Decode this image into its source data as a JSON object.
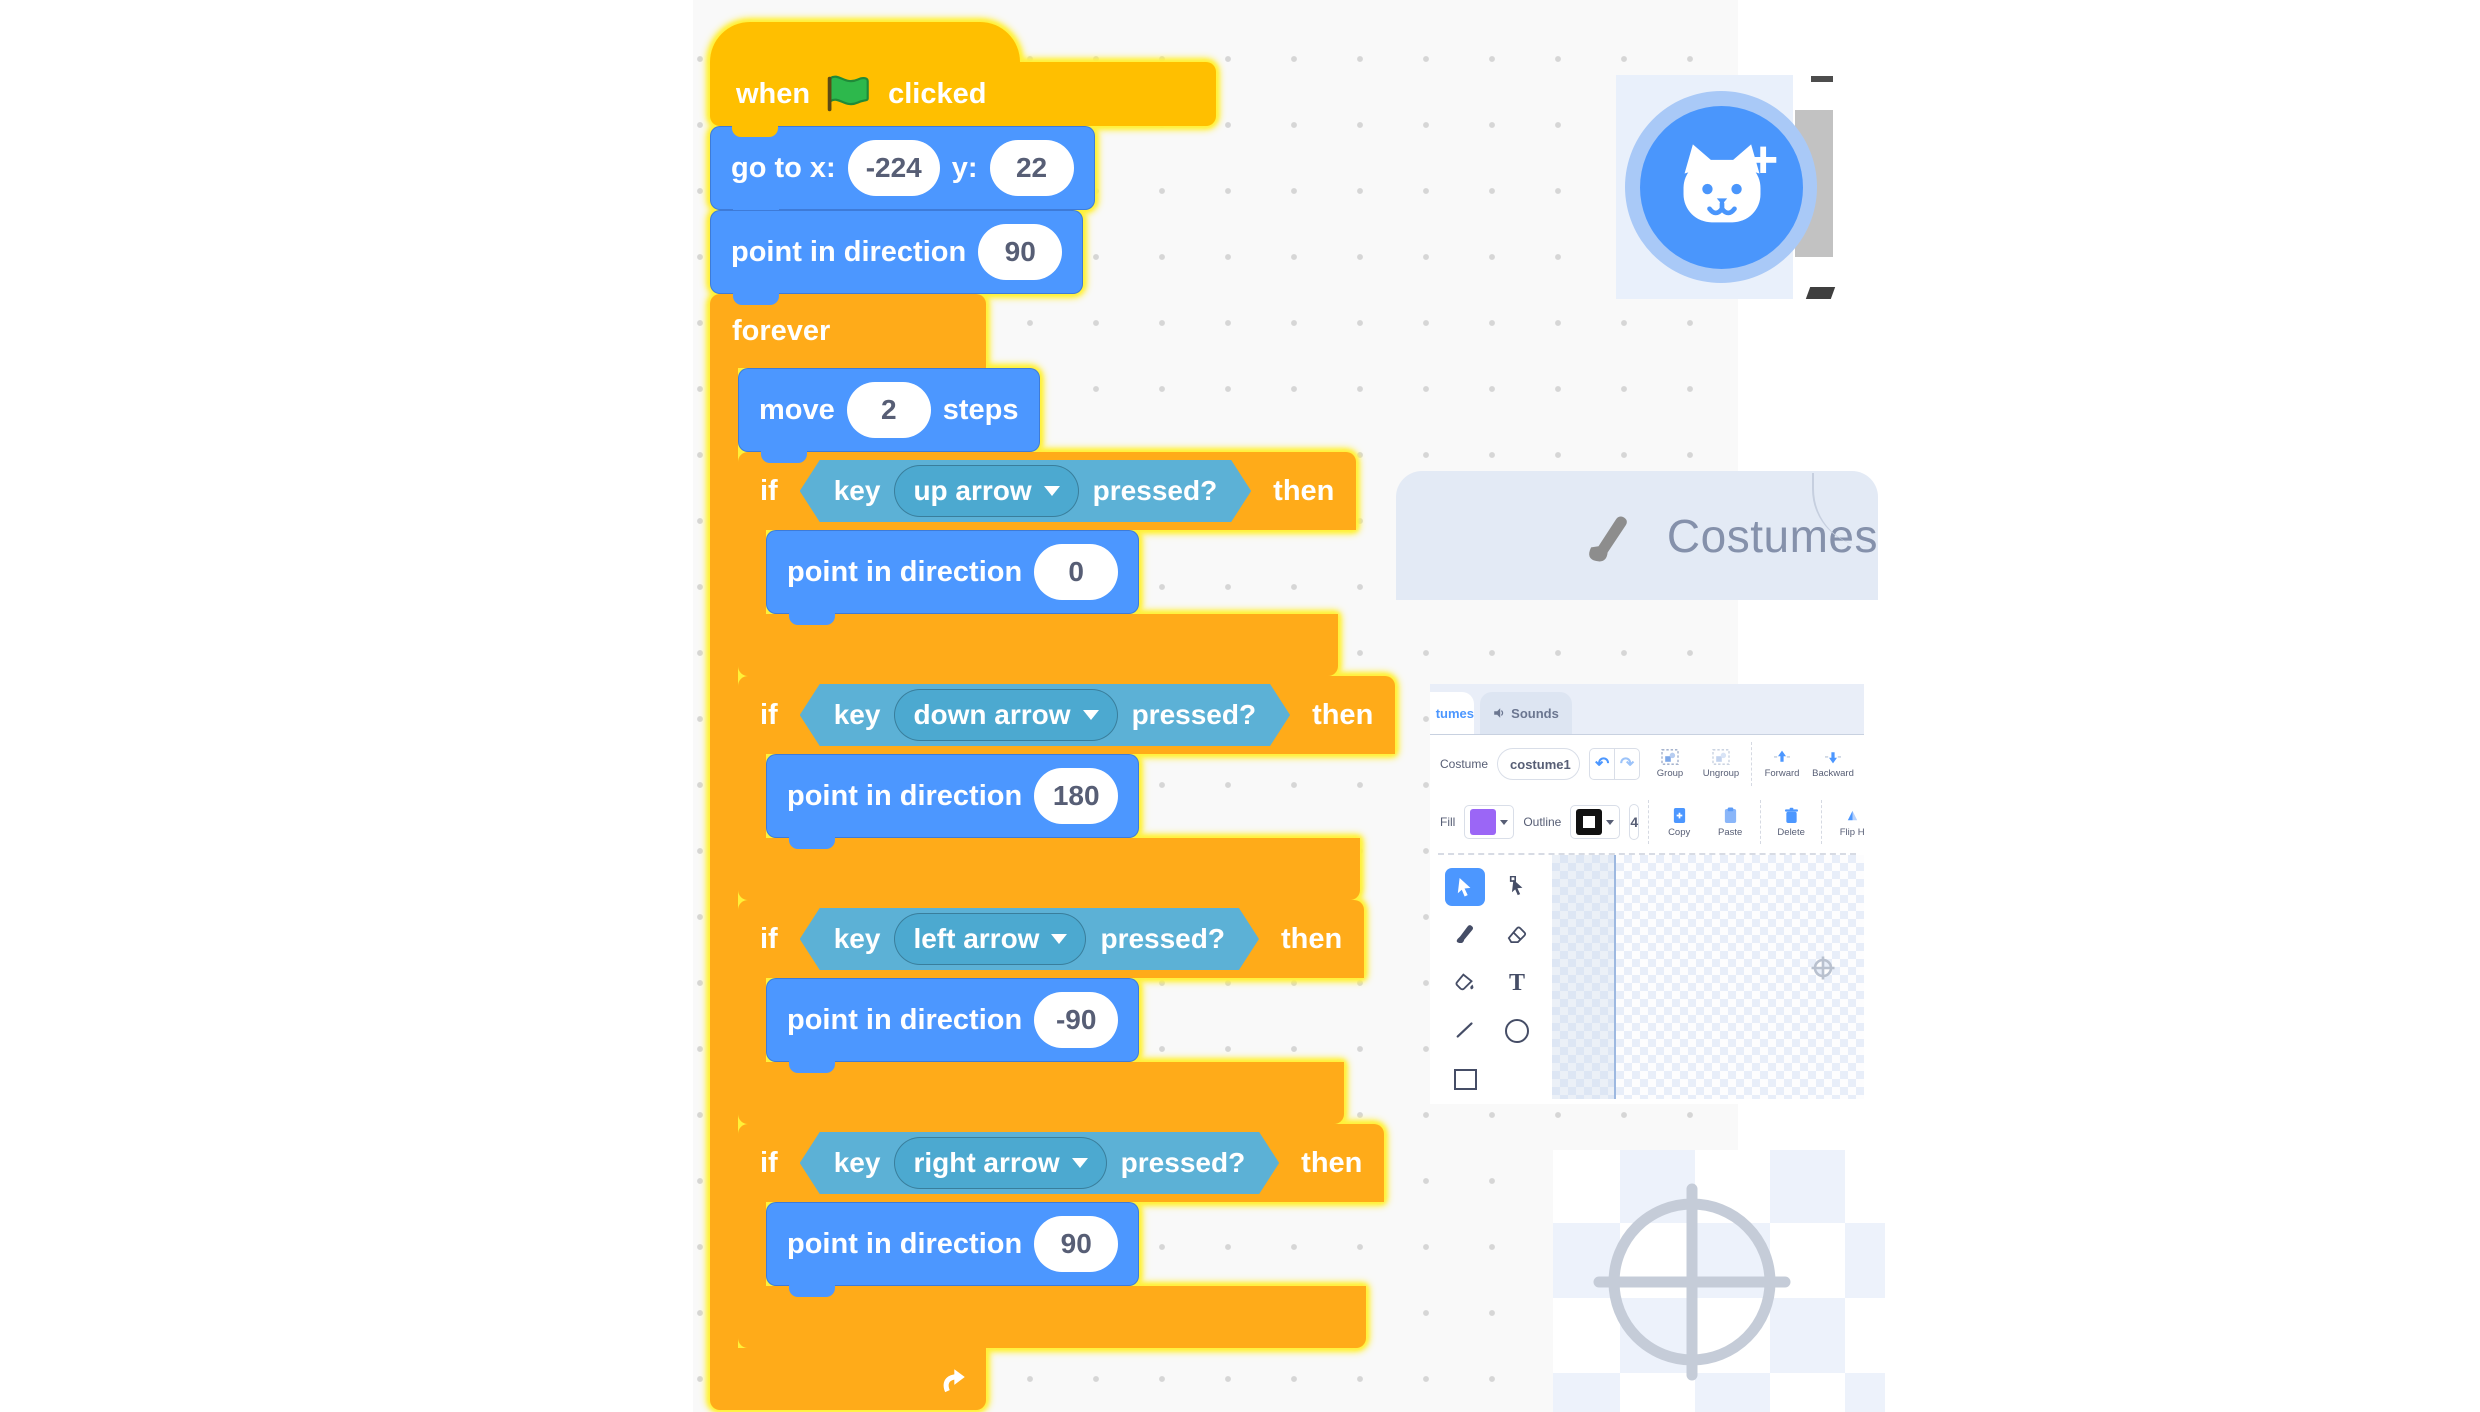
{
  "colors": {
    "motion": "#4C97FF",
    "control": "#FFAB19",
    "events": "#FFBF00",
    "sensing": "#5CB1D6",
    "glow": "#FFF13A",
    "fill_swatch": "#9B66F6",
    "canvas_bg": "#F9F9F9"
  },
  "script": {
    "hat_prefix": "when",
    "hat_suffix": "clicked",
    "goto_label_x": "go to x:",
    "goto_x": "-224",
    "goto_label_y": "y:",
    "goto_y": "22",
    "point_label": "point in direction",
    "point_initial": "90",
    "forever_label": "forever",
    "move_prefix": "move",
    "move_value": "2",
    "move_suffix": "steps",
    "if_label": "if",
    "then_label": "then",
    "key_prefix": "key",
    "pressed_suffix": "pressed?",
    "ifs": [
      {
        "key": "up arrow",
        "direction": "0"
      },
      {
        "key": "down arrow",
        "direction": "180"
      },
      {
        "key": "left arrow",
        "direction": "-90"
      },
      {
        "key": "right arrow",
        "direction": "90"
      }
    ]
  },
  "costumes_tab": {
    "label": "Costumes"
  },
  "paint_editor": {
    "tab_costumes_partial": "tumes",
    "tab_sounds": "Sounds",
    "costume_label": "Costume",
    "costume_name": "costume1",
    "group": "Group",
    "ungroup": "Ungroup",
    "forward": "Forward",
    "backward": "Backward",
    "fill_label": "Fill",
    "outline_label": "Outline",
    "stroke_width": "4",
    "copy": "Copy",
    "paste": "Paste",
    "delete": "Delete",
    "flip": "Flip H",
    "text_tool": "T"
  }
}
